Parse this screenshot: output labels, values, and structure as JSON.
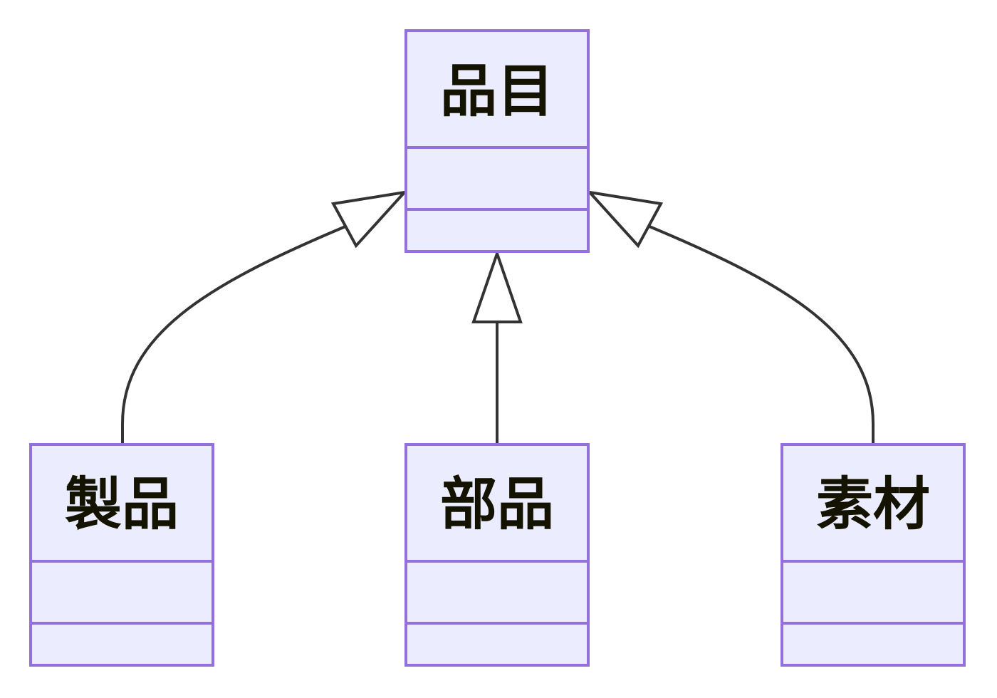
{
  "diagram": {
    "type": "class-diagram",
    "colors": {
      "box_fill": "#ececff",
      "box_stroke": "#9370db",
      "edge": "#333333",
      "text": "#131300"
    },
    "classes": {
      "parent": {
        "name": "品目"
      },
      "child_product": {
        "name": "製品"
      },
      "child_part": {
        "name": "部品"
      },
      "child_material": {
        "name": "素材"
      }
    },
    "relationships": [
      {
        "from": "製品",
        "to": "品目",
        "kind": "inheritance"
      },
      {
        "from": "部品",
        "to": "品目",
        "kind": "inheritance"
      },
      {
        "from": "素材",
        "to": "品目",
        "kind": "inheritance"
      }
    ]
  }
}
